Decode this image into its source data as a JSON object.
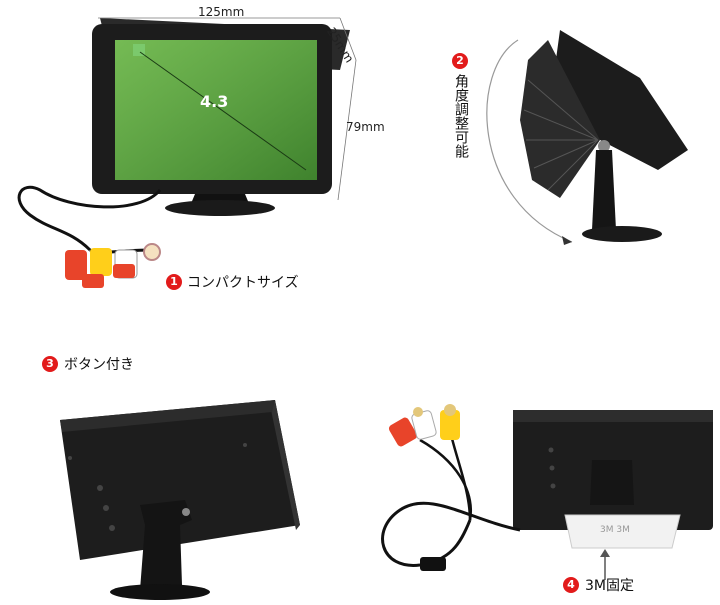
{
  "dimensions": {
    "width": "125mm",
    "depth": "25mm",
    "height": "79mm",
    "diagonal": "4.3"
  },
  "features": [
    {
      "number": "1",
      "label": "コンパクトサイズ"
    },
    {
      "number": "2",
      "label": "角度調整可能"
    },
    {
      "number": "3",
      "label": "ボタン付き"
    },
    {
      "number": "4",
      "label": "3M固定"
    }
  ],
  "colors": {
    "badge": "#e21b1b",
    "monitor": "#1c1c1c",
    "screen": "#5aa53e"
  },
  "icons": [
    "rca-cable-icon",
    "angle-arc-icon",
    "arrow-up-icon"
  ]
}
